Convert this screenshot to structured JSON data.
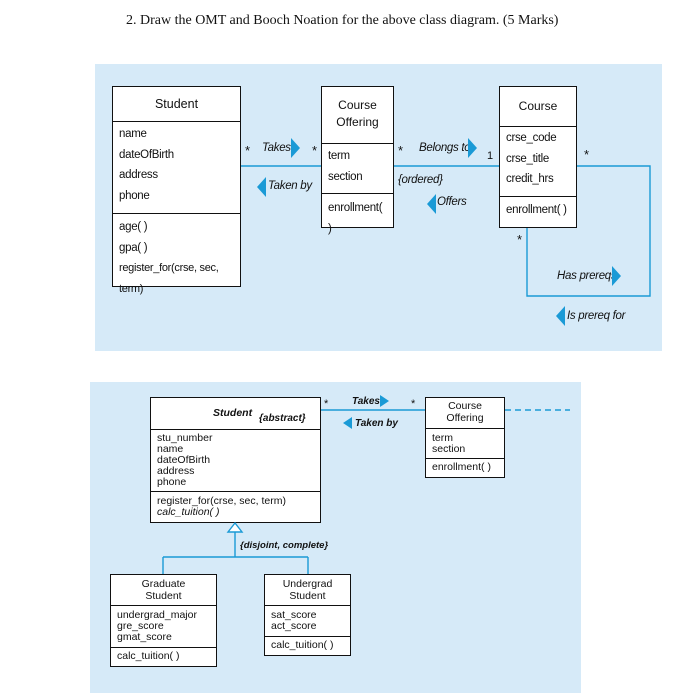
{
  "question": "2. Draw the OMT and Booch Noation for the above class diagram. (5 Marks)",
  "top": {
    "student": {
      "name": "Student",
      "attributes": [
        "name",
        "dateOfBirth",
        "address",
        "phone"
      ],
      "operations": [
        "age( )",
        "gpa( )",
        "register_for(crse, sec, term)"
      ]
    },
    "offering": {
      "name_lines": [
        "Course",
        "Offering"
      ],
      "attributes": [
        "term",
        "section"
      ],
      "operations": [
        "enrollment( )"
      ]
    },
    "course": {
      "name": "Course",
      "attributes": [
        "crse_code",
        "crse_title",
        "credit_hrs"
      ],
      "operations": [
        "enrollment( )"
      ]
    },
    "labels": {
      "takes": "Takes",
      "taken_by": "Taken by",
      "belongs_to": "Belongs to",
      "ordered": "{ordered}",
      "offers": "Offers",
      "has_prereqs": "Has prereqs",
      "is_prereq_for": "Is prereq for",
      "one": "1",
      "star": "*"
    }
  },
  "bottom": {
    "student": {
      "name": "Student",
      "stereotype": "{abstract}",
      "attributes": [
        "stu_number",
        "name",
        "dateOfBirth",
        "address",
        "phone"
      ],
      "operations": [
        "register_for(crse, sec, term)",
        "calc_tuition( )"
      ]
    },
    "offering": {
      "name_lines": [
        "Course",
        "Offering"
      ],
      "attributes": [
        "term",
        "section"
      ],
      "operations": [
        "enrollment( )"
      ]
    },
    "graduate": {
      "name_lines": [
        "Graduate",
        "Student"
      ],
      "attributes": [
        "undergrad_major",
        "gre_score",
        "gmat_score"
      ],
      "operations": [
        "calc_tuition( )"
      ]
    },
    "undergrad": {
      "name_lines": [
        "Undergrad",
        "Student"
      ],
      "attributes": [
        "sat_score",
        "act_score"
      ],
      "operations": [
        "calc_tuition( )"
      ]
    },
    "labels": {
      "takes": "Takes",
      "taken_by": "Taken by",
      "constraint": "{disjoint, complete}",
      "star": "*"
    }
  },
  "colors": {
    "panel": "#d6eaf8",
    "line": "#1a9ad6",
    "arrow": "#1a9ad6"
  }
}
